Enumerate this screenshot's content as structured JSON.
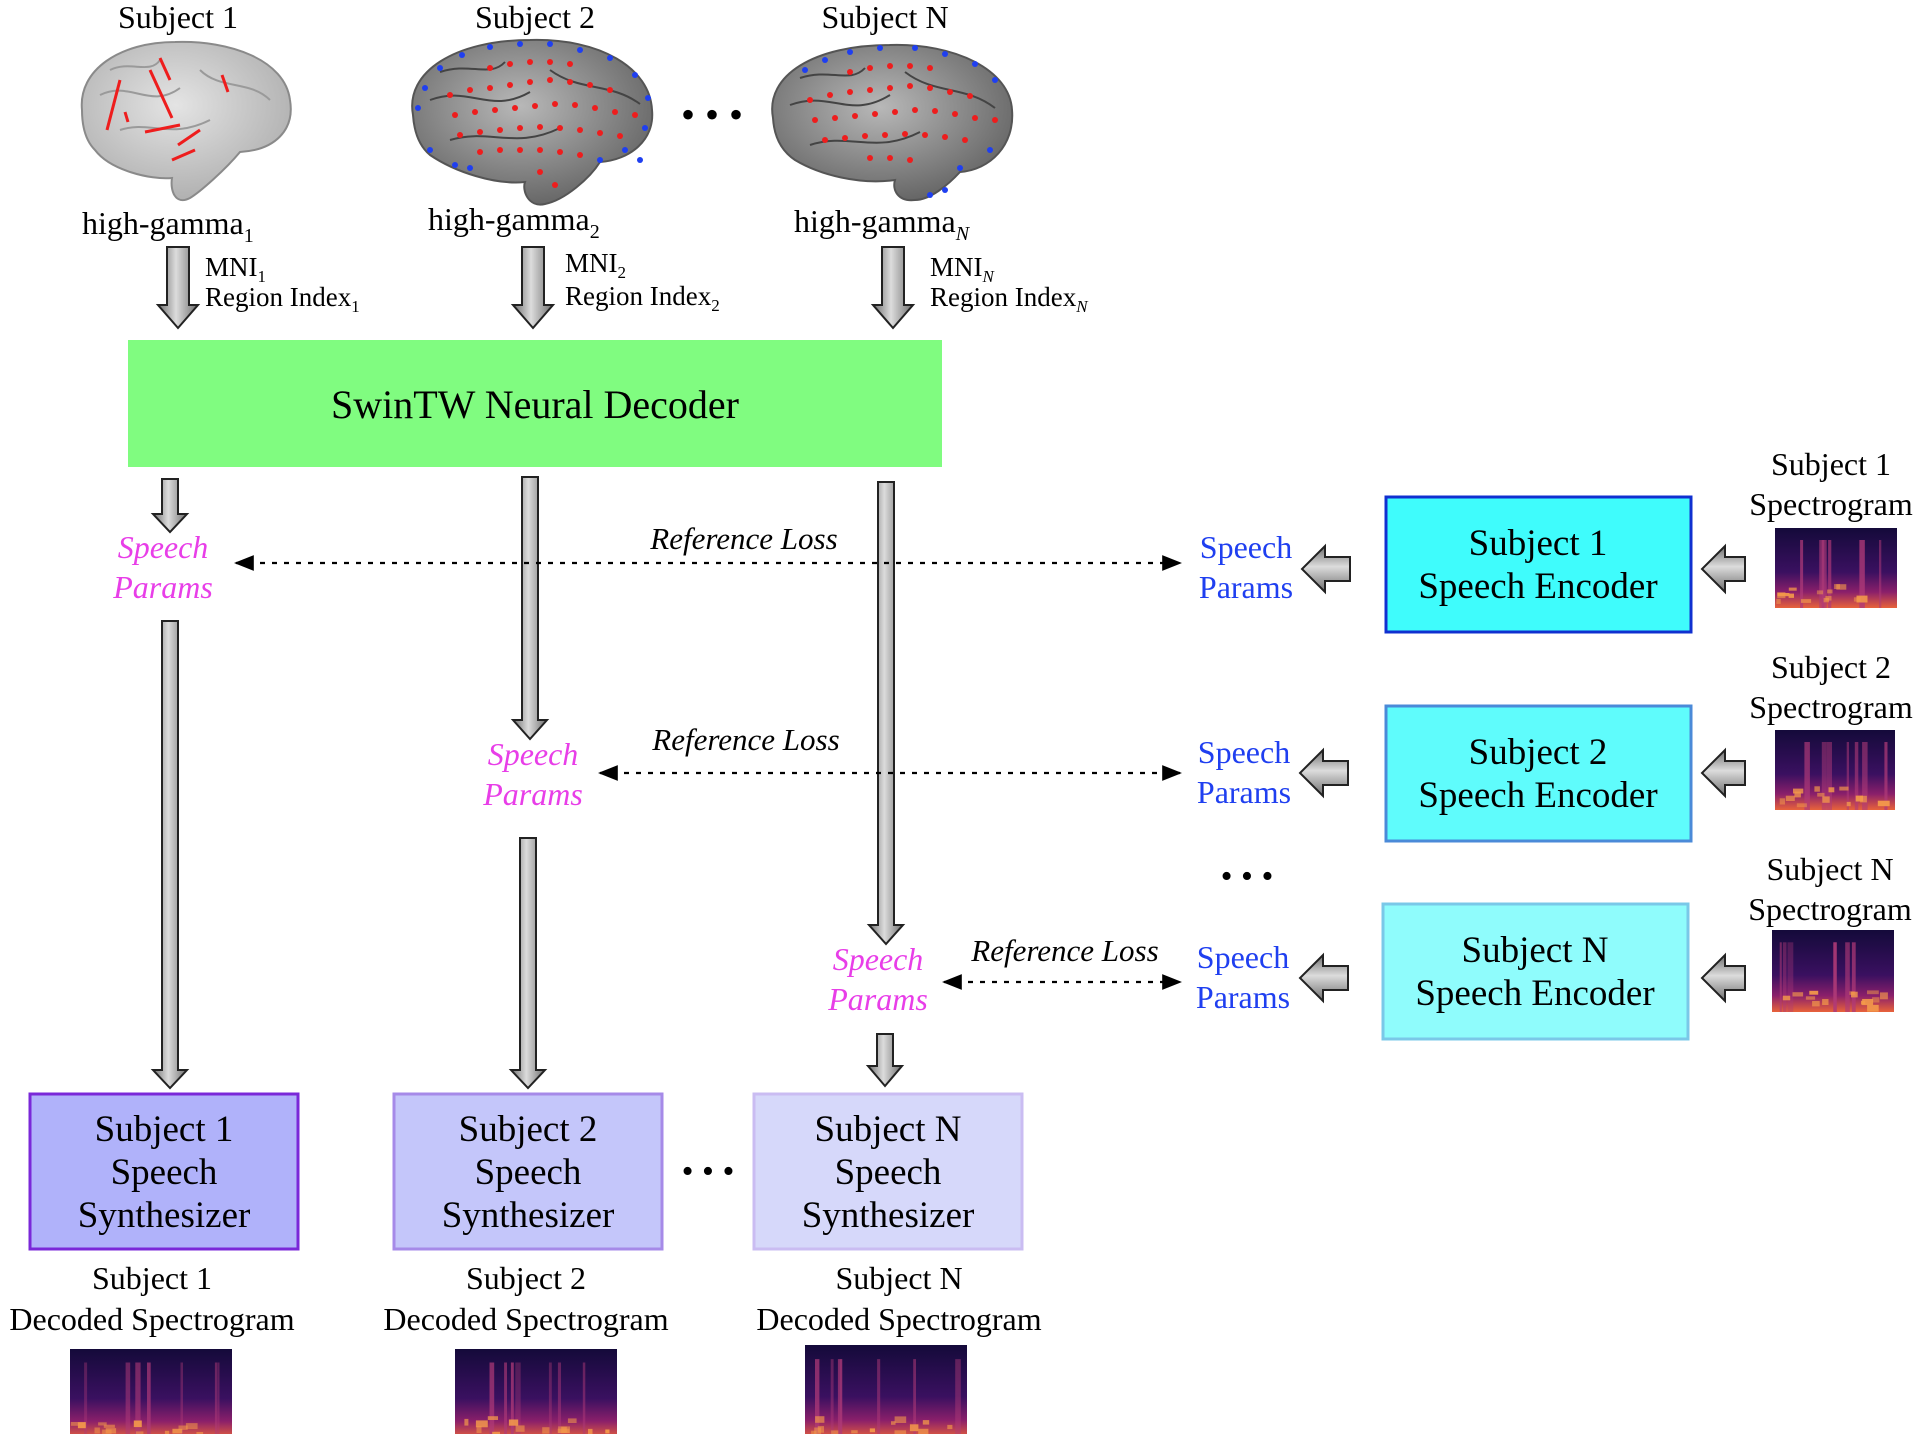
{
  "subjects": [
    {
      "title": "Subject 1",
      "signal": "high-gamma",
      "signal_sub": "1",
      "mni": "MNI",
      "mni_sub": "1",
      "region": "Region Index",
      "region_sub": "1"
    },
    {
      "title": "Subject 2",
      "signal": "high-gamma",
      "signal_sub": "2",
      "mni": "MNI",
      "mni_sub": "2",
      "region": "Region Index",
      "region_sub": "2"
    },
    {
      "title": "Subject N",
      "signal": "high-gamma",
      "signal_sub": "N",
      "mni": "MNI",
      "mni_sub": "N",
      "region": "Region Index",
      "region_sub": "N"
    }
  ],
  "ellipsis": "• • •",
  "decoder": {
    "label": "SwinTW Neural Decoder",
    "color": "#80fc80"
  },
  "speech_params": {
    "line1": "Speech",
    "line2": "Params"
  },
  "reference_loss": "Reference Loss",
  "encoders": [
    {
      "line1": "Subject 1",
      "line2": "Speech Encoder",
      "spec_line1": "Subject 1",
      "spec_line2": "Spectrogram",
      "fill": "#3ffcfc",
      "stroke": "#1030d0"
    },
    {
      "line1": "Subject 2",
      "line2": "Speech Encoder",
      "spec_line1": "Subject 2",
      "spec_line2": "Spectrogram",
      "fill": "#5ffcfc",
      "stroke": "#4a8ad8"
    },
    {
      "line1": "Subject N",
      "line2": "Speech Encoder",
      "spec_line1": "Subject N",
      "spec_line2": "Spectrogram",
      "fill": "#8ffcfc",
      "stroke": "#7ac8e8"
    }
  ],
  "synthesizers": [
    {
      "line1": "Subject 1",
      "line2": "Speech",
      "line3": "Synthesizer",
      "out1": "Subject 1",
      "out2": "Decoded Spectrogram",
      "fill": "#b0b2fa",
      "stroke": "#7a28d8"
    },
    {
      "line1": "Subject 2",
      "line2": "Speech",
      "line3": "Synthesizer",
      "out1": "Subject 2",
      "out2": "Decoded Spectrogram",
      "fill": "#c4c6fa",
      "stroke": "#a68ae8"
    },
    {
      "line1": "Subject N",
      "line2": "Speech",
      "line3": "Synthesizer",
      "out1": "Subject N",
      "out2": "Decoded Spectrogram",
      "fill": "#d6d8fa",
      "stroke": "#cabcf2"
    }
  ],
  "colors": {
    "predicted_params": "#e83ee8",
    "reference_params": "#1f3ff0",
    "arrow_fill": "#9a9a9a"
  }
}
